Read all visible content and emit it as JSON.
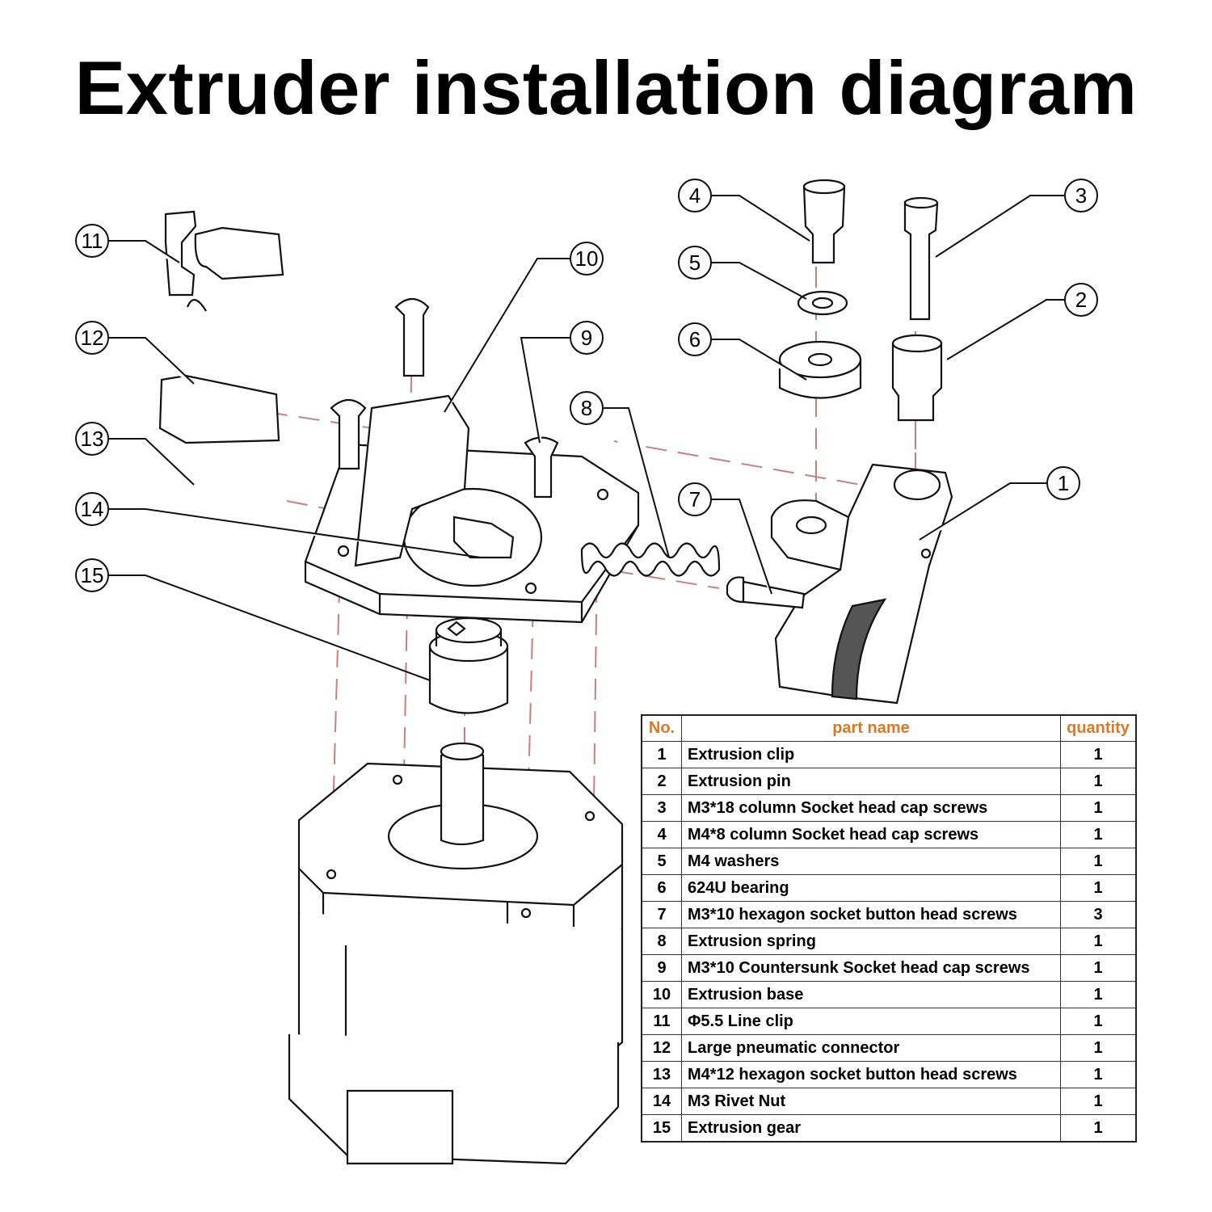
{
  "title": "Extruder installation diagram",
  "callouts": [
    "1",
    "2",
    "3",
    "4",
    "5",
    "6",
    "7",
    "8",
    "9",
    "10",
    "11",
    "12",
    "13",
    "14",
    "15"
  ],
  "table": {
    "headers": {
      "no": "No.",
      "name": "part name",
      "qty": "quantity"
    },
    "header_color": "#d87a2a",
    "rows": [
      {
        "no": "1",
        "name": "Extrusion clip",
        "qty": "1"
      },
      {
        "no": "2",
        "name": "Extrusion pin",
        "qty": "1"
      },
      {
        "no": "3",
        "name": "M3*18 column Socket head cap screws",
        "qty": "1"
      },
      {
        "no": "4",
        "name": "M4*8 column Socket head cap screws",
        "qty": "1"
      },
      {
        "no": "5",
        "name": "M4 washers",
        "qty": "1"
      },
      {
        "no": "6",
        "name": "624U bearing",
        "qty": "1"
      },
      {
        "no": "7",
        "name": "M3*10 hexagon socket button head screws",
        "qty": "3"
      },
      {
        "no": "8",
        "name": "Extrusion spring",
        "qty": "1"
      },
      {
        "no": "9",
        "name": "M3*10 Countersunk Socket head cap screws",
        "qty": "1"
      },
      {
        "no": "10",
        "name": "Extrusion base",
        "qty": "1"
      },
      {
        "no": "11",
        "name": "Φ5.5 Line clip",
        "qty": "1"
      },
      {
        "no": "12",
        "name": "Large pneumatic connector",
        "qty": "1"
      },
      {
        "no": "13",
        "name": "M4*12 hexagon socket button head screws",
        "qty": "1"
      },
      {
        "no": "14",
        "name": "M3 Rivet Nut",
        "qty": "1"
      },
      {
        "no": "15",
        "name": "Extrusion gear",
        "qty": "1"
      }
    ]
  }
}
